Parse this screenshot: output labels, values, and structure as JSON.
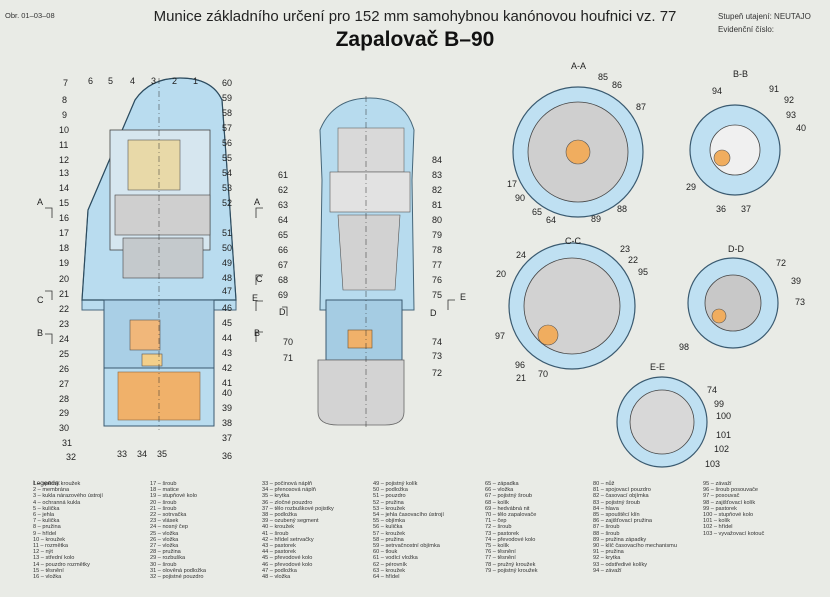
{
  "header": {
    "figure_ref": "Obr. 01–03–08",
    "title": "Munice základního určení pro 152 mm samohybnou kanónovou houfnici vz. 77",
    "subtitle": "Zapalovač B–90",
    "classification": "Stupeň utajení: NEUTAJO",
    "record_no": "Evidenční číslo:"
  },
  "section_labels": [
    "A-A",
    "B-B",
    "C-C",
    "D-D",
    "E-E"
  ],
  "cut_letters": {
    "A": "A",
    "B": "B",
    "C": "C",
    "D": "D",
    "E": "E"
  },
  "left_top_nums": [
    "7",
    "6",
    "5",
    "4",
    "3",
    "2",
    "1"
  ],
  "left_side_nums": [
    "8",
    "9",
    "10",
    "11",
    "12",
    "13",
    "14",
    "15",
    "16",
    "17",
    "18",
    "19",
    "20",
    "21",
    "22",
    "23",
    "24",
    "25",
    "26",
    "27",
    "28",
    "29",
    "30",
    "31",
    "32"
  ],
  "left_right_nums": [
    "60",
    "59",
    "58",
    "57",
    "56",
    "55",
    "54",
    "53",
    "52",
    "51",
    "50",
    "49",
    "48",
    "47",
    "46",
    "45",
    "44",
    "43",
    "42",
    "41",
    "40",
    "39",
    "38",
    "37",
    "36"
  ],
  "left_bottom_nums": [
    "33",
    "34",
    "35"
  ],
  "mid_left_nums": [
    "61",
    "62",
    "63",
    "64",
    "65",
    "66",
    "67",
    "68",
    "69"
  ],
  "mid_right_nums": [
    "84",
    "83",
    "82",
    "81",
    "80",
    "79",
    "78",
    "77",
    "76",
    "75"
  ],
  "mid_bottom_nums": [
    "70",
    "71",
    "74",
    "73",
    "72"
  ],
  "aa_nums": [
    "85",
    "86",
    "87",
    "17",
    "90",
    "65",
    "64",
    "89",
    "88"
  ],
  "bb_nums": [
    "94",
    "91",
    "92",
    "93",
    "40",
    "29",
    "36",
    "37"
  ],
  "cc_nums": [
    "24",
    "23",
    "22",
    "95",
    "20",
    "97",
    "96",
    "21",
    "70"
  ],
  "dd_nums": [
    "72",
    "39",
    "73",
    "98"
  ],
  "ee_nums": [
    "74",
    "99",
    "100",
    "101",
    "102",
    "103"
  ],
  "legend_title": "Legenda:",
  "legend": [
    [
      "1 – spěrný kroužek",
      "2 – membrána",
      "3 – kukla nárazového ústrojí",
      "4 – ochranná kukla",
      "5 – kulička",
      "6 – jehla",
      "7 – kulička",
      "8 – pružina",
      "9 – hřídel",
      "10 – kroužek",
      "11 – rozmětka",
      "12 – nýt",
      "13 – střední kolo",
      "14 – pouzdro rozmětky",
      "15 – těsnění",
      "16 – vložka"
    ],
    [
      "17 – šroub",
      "18 – matice",
      "19 – stupňové kolo",
      "20 – šroub",
      "21 – šroub",
      "22 – sotrvačka",
      "23 – vlásek",
      "24 – nosný čep",
      "25 – vložka",
      "26 – vložka",
      "27 – vložka",
      "28 – pružina",
      "29 – rozbuška",
      "30 – šroub",
      "31 – olověná podložka",
      "32 – pojistné pouzdro"
    ],
    [
      "33 – počinová náplň",
      "34 – přenosová náplň",
      "35 – krytka",
      "36 – zločné pouzdro",
      "37 – tělo rozbuškové pojistky",
      "38 – podložka",
      "39 – ozubený segment",
      "40 – kroužek",
      "41 – šroub",
      "42 – hřídel setrvačky",
      "43 – pastorek",
      "44 – pastorek",
      "45 – převodové kolo",
      "46 – převodové kolo",
      "47 – podložka",
      "48 – vložka"
    ],
    [
      "49 – pojistný kolík",
      "50 – podložka",
      "51 – pouzdro",
      "52 – pružina",
      "53 – kroužek",
      "54 – jehla časovacího ústrojí",
      "55 – objímka",
      "56 – kulička",
      "57 – kroužek",
      "58 – pružina",
      "59 – setrvačnostní objímka",
      "60 – tlouk",
      "61 – vodící vložka",
      "62 – pérovník",
      "63 – kroužek",
      "64 – hřídel"
    ],
    [
      "65 – západka",
      "66 – vložka",
      "67 – pojistný šroub",
      "68 – kolík",
      "69 – hedvábná nit",
      "70 – tělo zapalovače",
      "71 – čep",
      "72 – šroub",
      "73 – pastorek",
      "74 – převodové kolo",
      "75 – kolík",
      "76 – těsnění",
      "77 – těsnění",
      "78 – pružný kroužek",
      "79 – pojistný kroužek"
    ],
    [
      "80 – nůž",
      "81 – spojovací pouzdro",
      "82 – časovací objímka",
      "83 – pojistný šroub",
      "84 – hlava",
      "85 – spouštěcí klín",
      "86 – zajišťovací pružina",
      "87 – šroub",
      "88 – šroub",
      "89 – pružina západky",
      "90 – klíč časovacího mechanismu",
      "91 – pružina",
      "92 – krytka",
      "93 – odstředivé kolíky",
      "94 – závaží"
    ],
    [
      "95 – závaží",
      "96 – šroub posouvače",
      "97 – posouvač",
      "98 – zajišťovací kolík",
      "99 – pastorek",
      "100 – stupňové kolo",
      "101 – kolík",
      "102 – hřídel",
      "103 – vyvažovací kotouč"
    ]
  ]
}
